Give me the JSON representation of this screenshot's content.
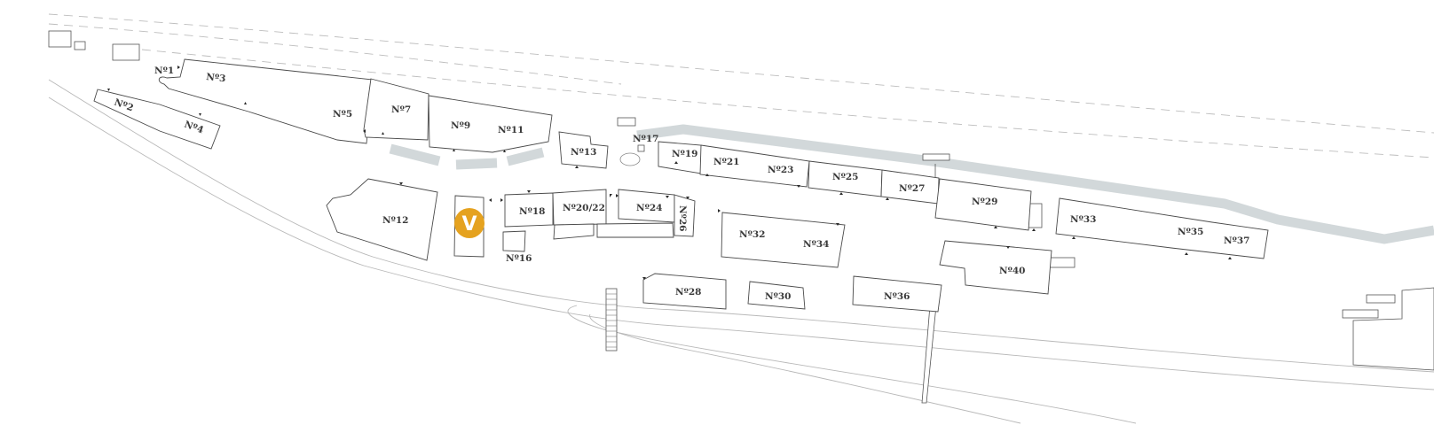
{
  "map": {
    "accent_color": "#e5a21f",
    "path_color": "#d2d8da",
    "marker": {
      "label": "V",
      "icon": "location-marker-icon"
    },
    "labels": {
      "b1": "Nº1",
      "b2": "Nº2",
      "b3": "Nº3",
      "b4": "Nº4",
      "b5": "Nº5",
      "b7": "Nº7",
      "b9": "Nº9",
      "b11": "Nº11",
      "b12": "Nº12",
      "b13": "Nº13",
      "b16": "Nº16",
      "b17": "Nº17",
      "b18": "Nº18",
      "b19": "Nº19",
      "b20_22": "Nº20/22",
      "b21": "Nº21",
      "b23": "Nº23",
      "b24": "Nº24",
      "b25": "Nº25",
      "b26": "Nº26",
      "b27": "Nº27",
      "b28": "Nº28",
      "b29": "Nº29",
      "b30": "Nº30",
      "b32": "Nº32",
      "b33": "Nº33",
      "b34": "Nº34",
      "b35": "Nº35",
      "b36": "Nº36",
      "b37": "Nº37",
      "b40": "Nº40"
    }
  }
}
